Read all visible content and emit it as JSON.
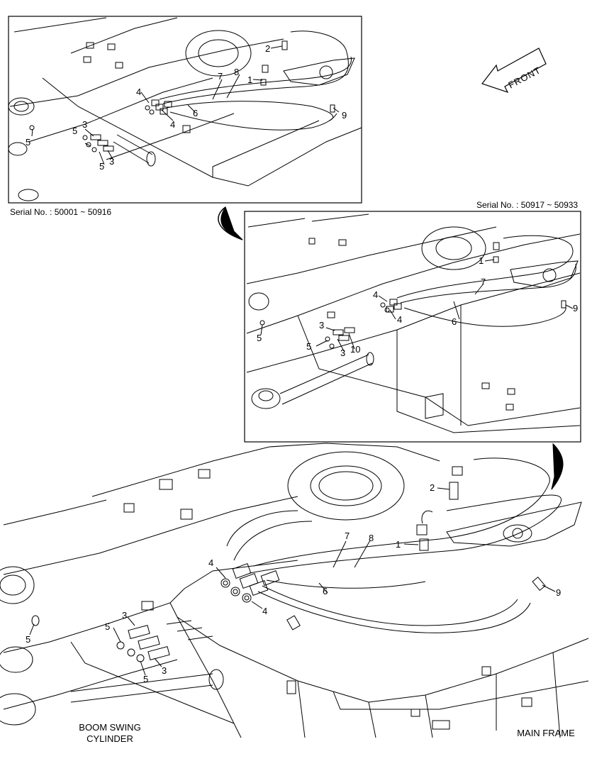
{
  "serials": {
    "top": "Serial No. : 50001 ~ 50916",
    "middle": "Serial No. : 50917 ~ 50933"
  },
  "direction": "FRONT",
  "labels": {
    "boom_swing_line1": "BOOM SWING",
    "boom_swing_line2": "CYLINDER",
    "main_frame": "MAIN FRAME"
  },
  "callouts": {
    "top": [
      "2",
      "1",
      "7",
      "8",
      "4",
      "6",
      "4",
      "9",
      "3",
      "5",
      "5",
      "3",
      "5"
    ],
    "middle": [
      "1",
      "7",
      "4",
      "4",
      "6",
      "9",
      "3",
      "5",
      "5",
      "3",
      "10"
    ],
    "bottom": [
      "2",
      "7",
      "8",
      "1",
      "4",
      "6",
      "4",
      "9",
      "3",
      "5",
      "5",
      "3",
      "5"
    ]
  }
}
